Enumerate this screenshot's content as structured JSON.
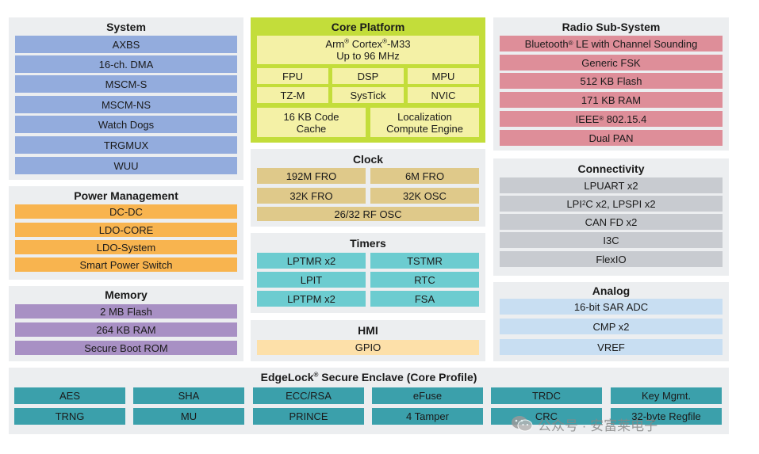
{
  "system": {
    "title": "System",
    "items": [
      "AXBS",
      "16-ch. DMA",
      "MSCM-S",
      "MSCM-NS",
      "Watch Dogs",
      "TRGMUX",
      "WUU"
    ]
  },
  "power": {
    "title": "Power Management",
    "items": [
      "DC-DC",
      "LDO-CORE",
      "LDO-System",
      "Smart Power Switch"
    ]
  },
  "memory": {
    "title": "Memory",
    "items": [
      "2 MB Flash",
      "264 KB RAM",
      "Secure Boot ROM"
    ]
  },
  "core": {
    "title": "Core Platform",
    "cpu_pre": "Arm",
    "cpu_reg": "®",
    "cpu_mid": " Cortex",
    "cpu_reg2": "®",
    "cpu_post": "-M33",
    "freq": "Up to 96 MHz",
    "row1": [
      "FPU",
      "DSP",
      "MPU"
    ],
    "row2": [
      "TZ-M",
      "SysTick",
      "NVIC"
    ],
    "cache_1": "16 KB Code",
    "cache_2": "Cache",
    "loc_1": "Localization",
    "loc_2": "Compute Engine"
  },
  "clock": {
    "title": "Clock",
    "items": [
      "192M FRO",
      "6M FRO",
      "32K FRO",
      "32K OSC",
      "26/32 RF OSC"
    ]
  },
  "timers": {
    "title": "Timers",
    "items": [
      "LPTMR x2",
      "TSTMR",
      "LPIT",
      "RTC",
      "LPTPM x2",
      "FSA"
    ]
  },
  "hmi": {
    "title": "HMI",
    "items": [
      "GPIO"
    ]
  },
  "radio": {
    "title": "Radio Sub-System",
    "bt_pre": "Bluetooth",
    "bt_reg": "®",
    "bt_post": " LE with Channel Sounding",
    "items": [
      "Generic FSK",
      "512 KB Flash",
      "171 KB RAM"
    ],
    "ieee_pre": "IEEE",
    "ieee_reg": "®",
    "ieee_post": " 802.15.4",
    "dual": "Dual PAN"
  },
  "connectivity": {
    "title": "Connectivity",
    "lpuart": "LPUART x2",
    "lpi_pre": "LPI",
    "lpi_sup": "2",
    "lpi_post": "C x2, LPSPI x2",
    "items": [
      "CAN FD x2",
      "I3C",
      "FlexIO"
    ]
  },
  "analog": {
    "title": "Analog",
    "items": [
      "16-bit SAR ADC",
      "CMP x2",
      "VREF"
    ]
  },
  "edgelock": {
    "title_pre": "EdgeLock",
    "title_reg": "®",
    "title_post": " Secure Enclave (Core Profile)",
    "row1": [
      "AES",
      "SHA",
      "ECC/RSA",
      "eFuse",
      "TRDC",
      "Key Mgmt."
    ],
    "row2": [
      "TRNG",
      "MU",
      "PRINCE",
      "4 Tamper",
      "CRC",
      "32-byte Regfile"
    ]
  },
  "watermark": {
    "text": "公众号 · 安富莱电子"
  },
  "colors": {
    "panel": "#eceef0",
    "core_panel": "#c3dd3a",
    "system": "#93acdd",
    "power": "#f8b44f",
    "memory": "#a890c4",
    "core_block": "#f4f1a6",
    "clock": "#dfc98a",
    "timers": "#6cccd0",
    "hmi": "#fde0a9",
    "radio": "#de8e99",
    "connectivity": "#c8cbd0",
    "analog": "#c8def2",
    "edgelock": "#3ba0ab"
  }
}
